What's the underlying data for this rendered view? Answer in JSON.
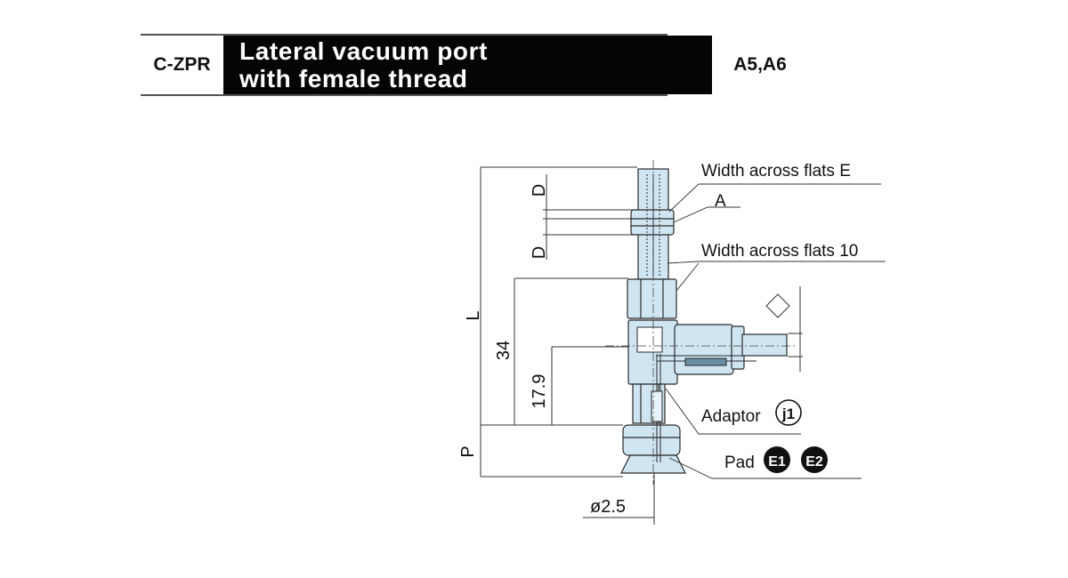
{
  "header": {
    "series_code": "C-ZPR",
    "title_line1": "Lateral vacuum port",
    "title_line2": "with female thread",
    "models": "A5,A6"
  },
  "labels": {
    "width_flats_e": "Width across flats E",
    "dim_a": "A",
    "width_flats_10": "Width across flats 10",
    "adaptor": "Adaptor",
    "adaptor_code": "j1",
    "pad": "Pad",
    "pad_code_1": "E1",
    "pad_code_2": "E2"
  },
  "dimensions": {
    "d_top": "D",
    "d_bottom": "D",
    "l": "L",
    "thirty_four": "34",
    "seventeen_nine": "17.9",
    "p": "P",
    "diameter": "ø2.5"
  },
  "colors": {
    "part_fill": "#cfe6f2",
    "part_stroke": "#2a2a2a",
    "badge_dark": "#111111"
  }
}
